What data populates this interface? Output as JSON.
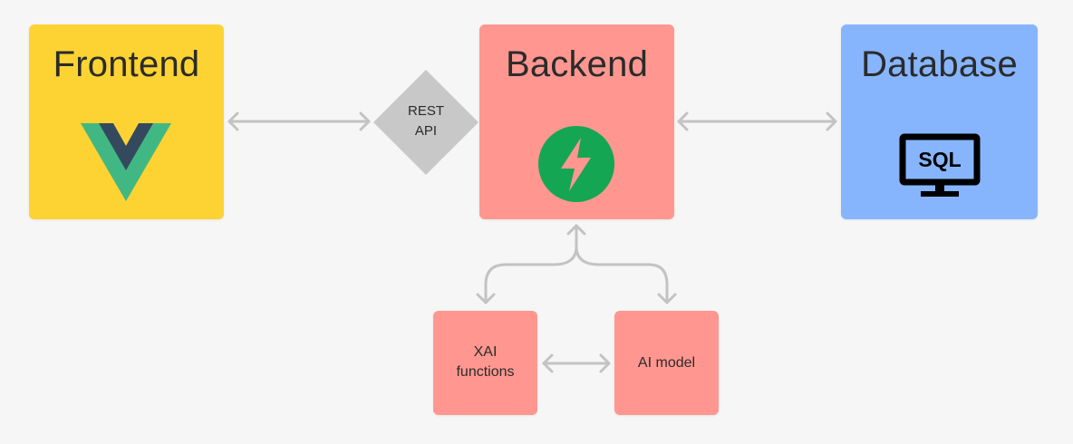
{
  "nodes": {
    "frontend": {
      "title": "Frontend",
      "color": "#fdd333",
      "icon": "vue-logo-icon"
    },
    "backend": {
      "title": "Backend",
      "color": "#ff9790",
      "icon": "fastapi-lightning-icon"
    },
    "database": {
      "title": "Database",
      "color": "#86b5fe",
      "icon": "sql-monitor-icon",
      "icon_text": "SQL"
    },
    "rest_api": {
      "line1": "REST",
      "line2": "API",
      "color": "#c8c8c8"
    },
    "xai": {
      "line1": "XAI",
      "line2": "functions",
      "color": "#ff9790"
    },
    "ai_model": {
      "label": "AI model",
      "color": "#ff9790"
    }
  },
  "colors": {
    "background": "#f6f6f6",
    "arrow": "#c3c3c3",
    "vue_green": "#41b883",
    "vue_dark": "#35495e",
    "fastapi_green": "#15a654"
  }
}
